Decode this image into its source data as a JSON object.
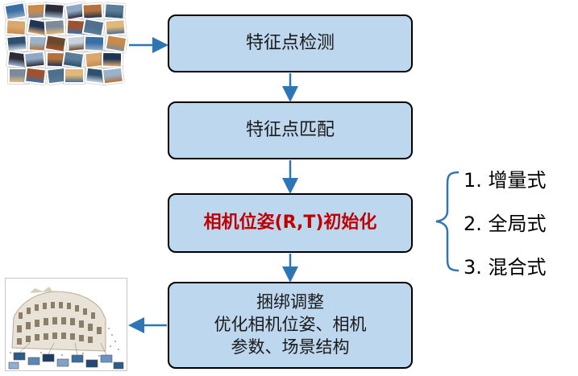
{
  "steps": {
    "feature_detection": "特征点检测",
    "feature_matching": "特征点匹配",
    "pose_initialization": "相机位姿(R,T)初始化",
    "bundle_adjustment": {
      "line1": "捆绑调整",
      "line2": "优化相机位姿、相机",
      "line3": "参数、场景结构"
    }
  },
  "init_methods": [
    "1. 增量式",
    "2. 全局式",
    "3. 混合式"
  ],
  "colors": {
    "box_fill": "#bdd7ee",
    "box_border": "#000000",
    "arrow": "#2e75b6",
    "highlight_text": "#c00000"
  },
  "images": {
    "input_photos": "photo-collage",
    "output_reconstruction": "colosseum-point-cloud"
  }
}
